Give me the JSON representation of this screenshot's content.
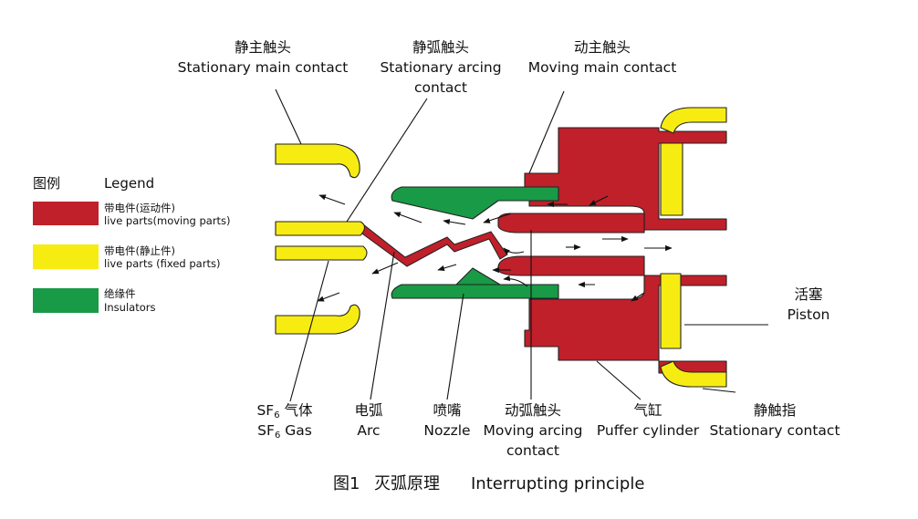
{
  "colors": {
    "live_moving": "#c0202a",
    "live_fixed": "#f7ec12",
    "insulator": "#199a47",
    "outline": "#222222"
  },
  "legend": {
    "title_cn": "图例",
    "title_en": "Legend",
    "items": [
      {
        "color": "#c0202a",
        "text_cn": "带电件(运动件)",
        "text_en": "live parts(moving parts)"
      },
      {
        "color": "#f7ec12",
        "text_cn": "带电件(静止件)",
        "text_en": "live parts (fixed parts)"
      },
      {
        "color": "#199a47",
        "text_cn": "绝缘件",
        "text_en": "Insulators"
      }
    ]
  },
  "labels": {
    "stationary_main": {
      "cn": "静主触头",
      "en": "Stationary main contact"
    },
    "stationary_arcing": {
      "cn": "静弧触头",
      "en1": "Stationary arcing",
      "en2": "contact"
    },
    "moving_main": {
      "cn": "动主触头",
      "en": "Moving main contact"
    },
    "piston": {
      "cn": "活塞",
      "en": "Piston"
    },
    "sf6_gas": {
      "cn_sf": "SF",
      "cn_sub": "6",
      "cn_rest": " 气体",
      "en_sf": "SF",
      "en_sub": "6",
      "en_rest": " Gas"
    },
    "arc": {
      "cn": "电弧",
      "en": "Arc"
    },
    "nozzle": {
      "cn": "喷嘴",
      "en": "Nozzle"
    },
    "moving_arcing": {
      "cn": "动弧触头",
      "en1": "Moving arcing",
      "en2": "contact"
    },
    "puffer": {
      "cn": "气缸",
      "en": "Puffer cylinder"
    },
    "stationary_contact": {
      "cn": "静触指",
      "en": "Stationary contact"
    }
  },
  "caption": {
    "number": "图1",
    "cn": "灭弧原理",
    "en": "Interrupting principle"
  }
}
